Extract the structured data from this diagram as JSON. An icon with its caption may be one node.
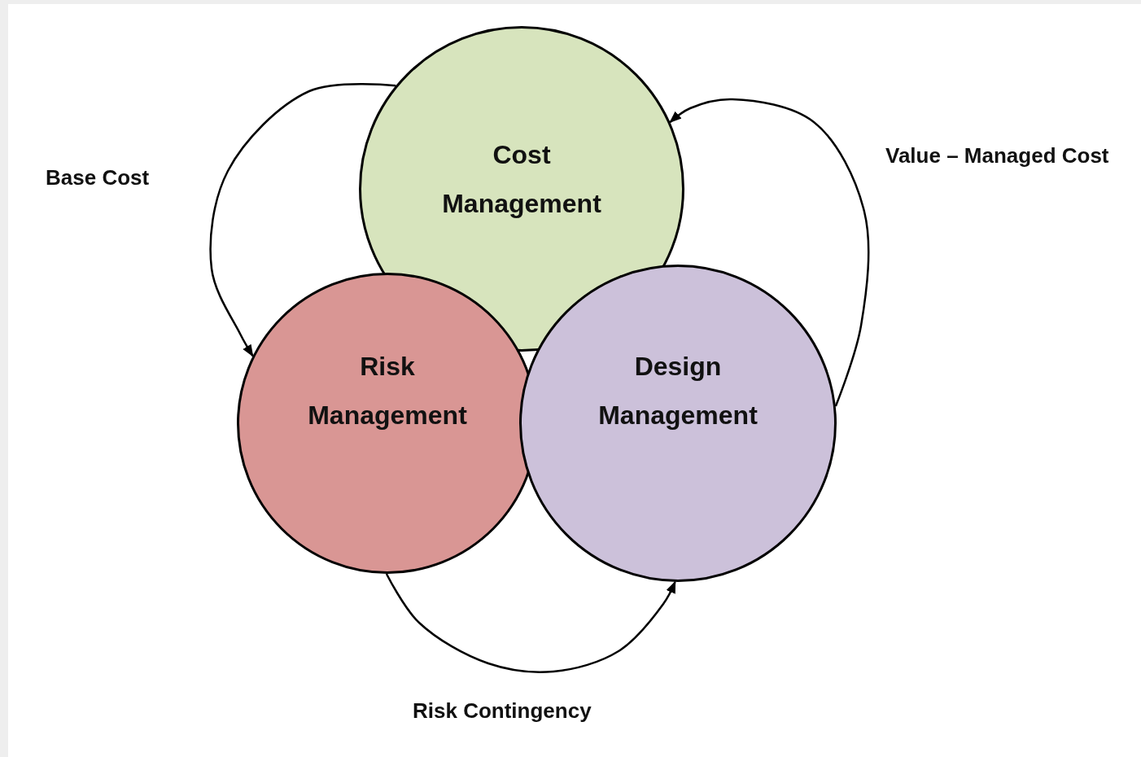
{
  "diagram": {
    "nodes": [
      {
        "text": [
          "Cost Management"
        ]
      },
      {
        "text": [
          "Risk Management"
        ]
      },
      {
        "text": [
          "Design Management"
        ]
      }
    ],
    "edges": [
      {
        "from": 0,
        "to": 1,
        "arrow": "to",
        "label": "Base Cost"
      },
      {
        "from": 2,
        "to": 0,
        "arrow": "to",
        "label": "Value – Managed Cost"
      },
      {
        "from": 1,
        "to": 2,
        "arrow": "to",
        "label": "Risk Contingency"
      }
    ]
  }
}
